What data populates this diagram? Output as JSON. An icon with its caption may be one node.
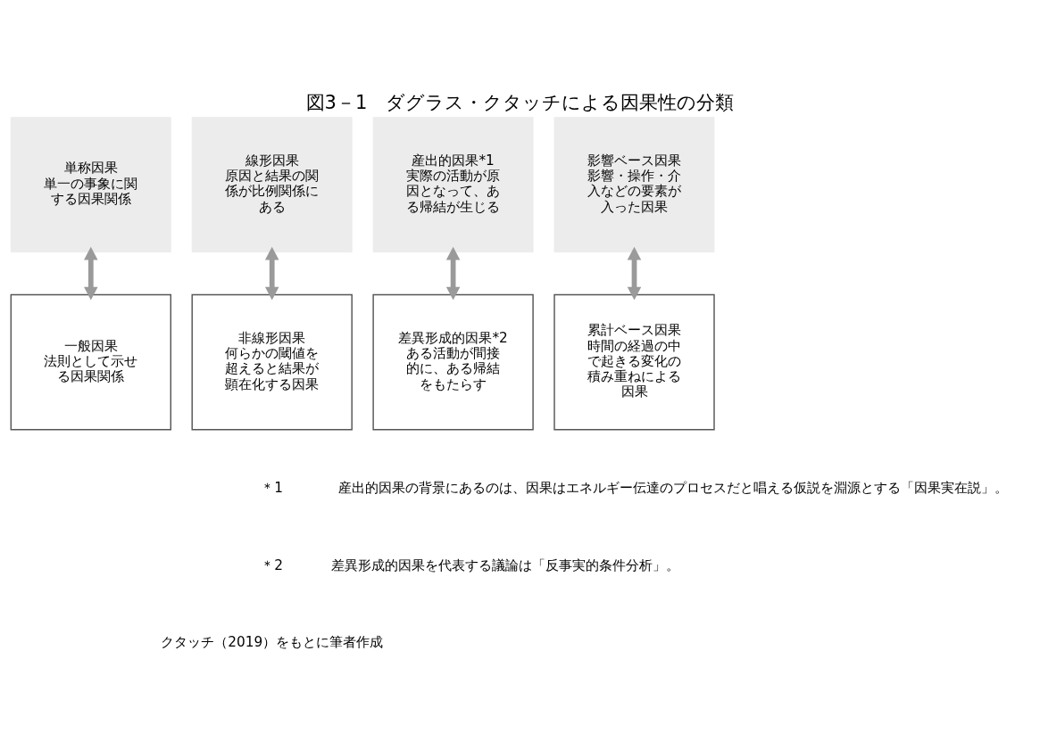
{
  "diagram": {
    "title": "図3－1　ダグラス・クタッチによる因果性の分類",
    "nodes": [
      {
        "text": [
          "単称因果",
          "単一の事象に関する因果関係"
        ]
      },
      {
        "text": [
          "線形因果",
          "原因と結果の関係が比例関係にある"
        ]
      },
      {
        "text": [
          "産出的因果*1",
          "実際の活動が原因となって、ある帰結が生じる"
        ]
      },
      {
        "text": [
          "影響ベース因果",
          "影響・操作・介入などの要素が入った因果"
        ]
      },
      {
        "text": [
          "一般因果",
          "法則として示せる因果関係"
        ]
      },
      {
        "text": [
          "非線形因果",
          "何らかの閾値を超えると結果が顕在化する因果"
        ]
      },
      {
        "text": [
          "差異形成的因果*2",
          "ある活動が間接的に、ある帰結をもたらす"
        ]
      },
      {
        "text": [
          "累計ベース因果",
          "時間の経過の中で起きる変化の積み重ねによる因果"
        ]
      }
    ],
    "edges": [
      {
        "from": 0,
        "to": 4,
        "arrow": "both"
      },
      {
        "from": 1,
        "to": 5,
        "arrow": "both"
      },
      {
        "from": 2,
        "to": 6,
        "arrow": "both"
      },
      {
        "from": 3,
        "to": 7,
        "arrow": "both"
      }
    ],
    "labels": [
      "＊1",
      "産出的因果の背景にあるのは、因果はエネルギー伝達のプロセスだと唱える仮説を淵源とする「因果実在説」。",
      "＊2",
      "差異形成的因果を代表する議論は「反事実的条件分析」。",
      "クタッチ（2019）をもとに筆者作成"
    ]
  }
}
